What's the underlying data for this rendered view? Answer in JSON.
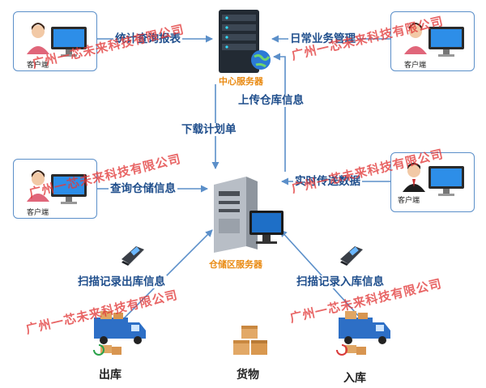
{
  "diagram": {
    "client_label": "客户端",
    "central_server_label": "中心服务器",
    "warehouse_server_label": "仓储区服务器",
    "flows": {
      "stats_query": "统计查询报表",
      "daily_business": "日常业务管理",
      "upload_warehouse": "上传仓库信息",
      "download_plan": "下载计划单",
      "query_storage": "查询仓储信息",
      "realtime_send": "实时传送数据",
      "scan_out": "扫描记录出库信息",
      "scan_in": "扫描记录入库信息"
    },
    "out_label": "出库",
    "goods_label": "货物",
    "in_label": "入库"
  },
  "watermark": "广州一芯未来科技有限公司",
  "colors": {
    "arrow": "#5b8fc9",
    "flow_text": "#1f4e8c",
    "server_text": "#e98a12",
    "watermark": "#e23a3a"
  }
}
